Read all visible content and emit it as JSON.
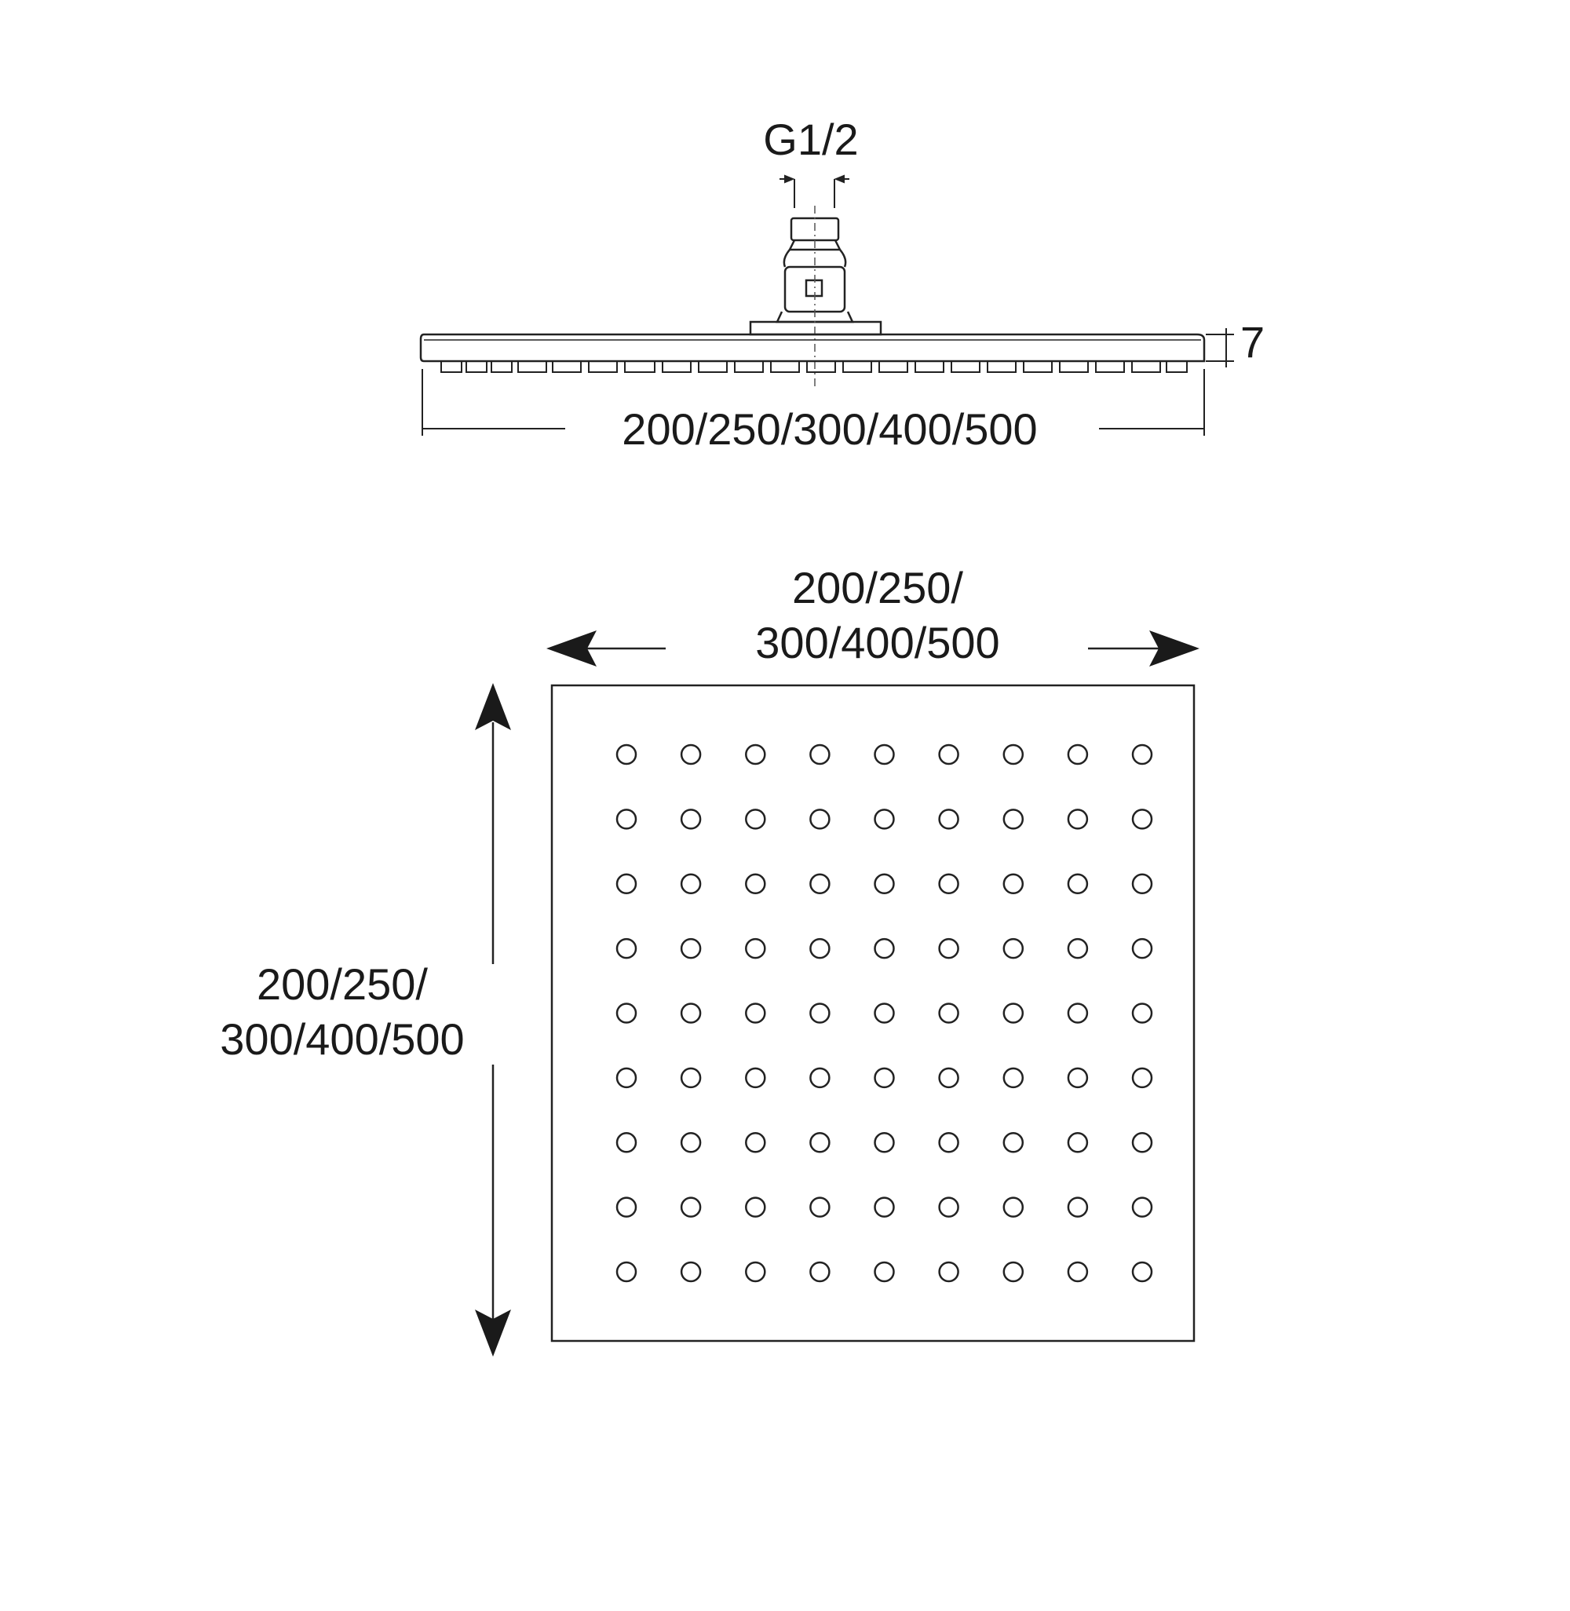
{
  "side_view": {
    "thread_label": "G1/2",
    "thickness_label": "7",
    "width_label": "200/250/300/400/500"
  },
  "top_view": {
    "width_label_line1": "200/250/",
    "width_label_line2": "300/400/500",
    "height_label_line1": "200/250/",
    "height_label_line2": "300/400/500",
    "nozzle_grid": {
      "rows": 9,
      "cols": 9
    }
  },
  "colors": {
    "stroke": "#222222",
    "background": "#ffffff"
  }
}
